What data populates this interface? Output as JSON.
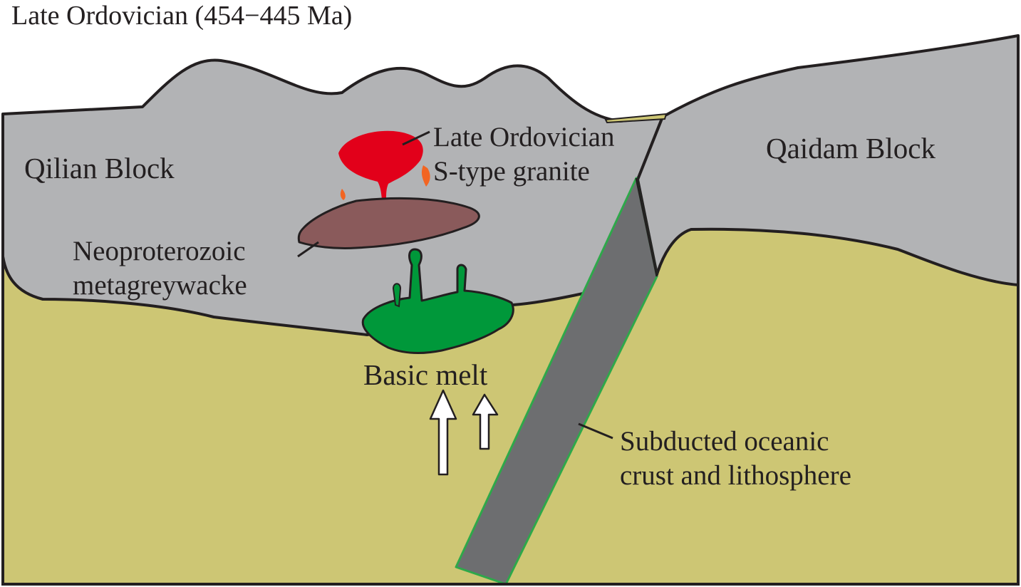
{
  "title": "Late Ordovician (454−445 Ma)",
  "labels": {
    "qilian_block": "Qilian Block",
    "qaidam_block": "Qaidam Block",
    "granite_line1": "Late Ordovician",
    "granite_line2": "S-type granite",
    "metagreywacke_line1": "Neoproterozoic",
    "metagreywacke_line2": "metagreywacke",
    "basic_melt": "Basic melt",
    "slab_line1": "Subducted oceanic",
    "slab_line2": "crust and lithosphere"
  },
  "colors": {
    "crust_grey": "#b2b3b5",
    "mantle_olive": "#cdc674",
    "slab_grey": "#6d6e70",
    "slab_edge_green": "#2ea84a",
    "granite_red": "#e2001a",
    "metagreywacke_brown": "#8a5a5b",
    "basic_melt_green": "#00983a",
    "droplet_orange": "#f26522",
    "outline": "#231f20"
  }
}
